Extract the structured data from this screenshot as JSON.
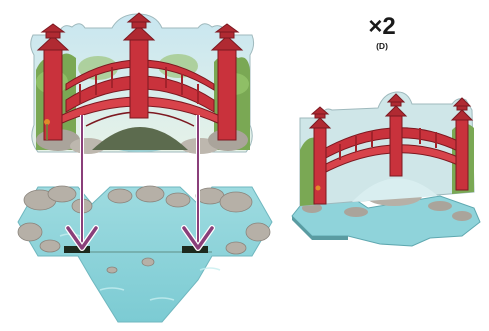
{
  "assembly": {
    "copies_label": "×2",
    "code_label": "(D)"
  },
  "colors": {
    "bridge": "#c9323c",
    "bridge_dark": "#8e1d26",
    "roof": "#b02a32",
    "water": "#84d1d8",
    "water_light": "#b8e6ea",
    "rock": "#b9b3aa",
    "rock_dark": "#8a847c",
    "foliage": "#6ea04a",
    "sky": "#bfe0ec",
    "arrow": "#8a3f7a",
    "slot": "#1d2a1e"
  },
  "pieces": [
    {
      "name": "bridge-standee",
      "role": "top component"
    },
    {
      "name": "water-base-tile",
      "role": "bottom component"
    },
    {
      "name": "assembled-bridge",
      "role": "result"
    }
  ]
}
